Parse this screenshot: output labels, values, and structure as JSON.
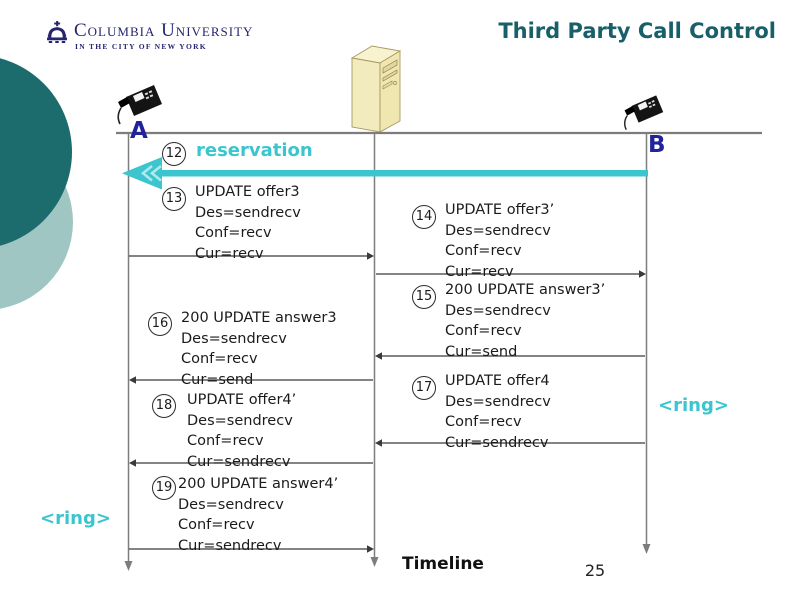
{
  "header": {
    "title": "Third Party Call Control",
    "logo_name": "Columbia University",
    "logo_tagline": "IN THE CITY OF NEW YORK"
  },
  "diagram": {
    "endpoint_a": "A",
    "endpoint_b": "B",
    "messages": [
      {
        "num": "12",
        "label": "reservation"
      },
      {
        "num": "13",
        "lines": [
          "UPDATE offer3",
          "Des=sendrecv",
          "Conf=recv",
          "Cur=recv"
        ]
      },
      {
        "num": "14",
        "lines": [
          "UPDATE offer3’",
          "Des=sendrecv",
          "Conf=recv",
          "Cur=recv"
        ]
      },
      {
        "num": "15",
        "lines": [
          "200 UPDATE answer3’",
          "Des=sendrecv",
          "Conf=recv",
          "Cur=send"
        ]
      },
      {
        "num": "16",
        "lines": [
          "200 UPDATE answer3",
          "Des=sendrecv",
          "Conf=recv",
          "Cur=send"
        ]
      },
      {
        "num": "17",
        "lines": [
          "UPDATE offer4",
          "Des=sendrecv",
          "Conf=recv",
          "Cur=sendrecv"
        ]
      },
      {
        "num": "18",
        "lines": [
          "UPDATE offer4’",
          "Des=sendrecv",
          "Conf=recv",
          "Cur=sendrecv"
        ]
      },
      {
        "num": "19",
        "lines": [
          "200 UPDATE answer4’",
          "Des=sendrecv",
          "Conf=recv",
          "Cur=sendrecv"
        ]
      }
    ],
    "ring_left": "<ring>",
    "ring_right": "<ring>",
    "timeline_label": "Timeline"
  },
  "footer": {
    "page_number": "25"
  },
  "colors": {
    "accent_cyan": "#3BC5CE",
    "title_teal": "#185F6A",
    "endpoint_navy": "#22229A",
    "corner_circle_dark": "#1C6B6D",
    "corner_circle_light": "#9FC6C3",
    "server_beige": "#F2EBBE"
  }
}
